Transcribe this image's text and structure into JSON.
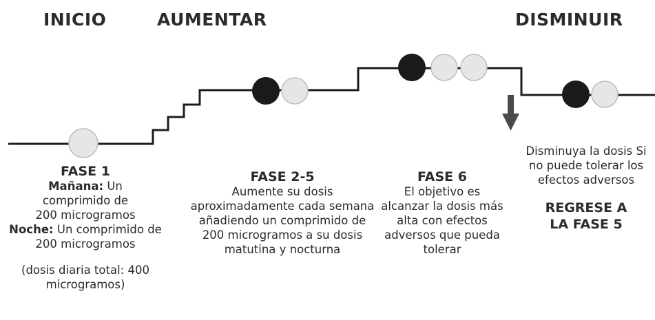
{
  "headers": {
    "inicio": "INICIO",
    "aumentar": "AUMENTAR",
    "disminuir": "DISMINUIR"
  },
  "colors": {
    "line": "#1c1c1c",
    "dark_pill": "#1a1a1a",
    "light_pill": "#e6e6e6",
    "arrow": "#4a4a4a",
    "text": "#2b2b2b"
  },
  "phases": {
    "fase1": {
      "title": "FASE 1",
      "morning_label": "Mañana:",
      "morning_text": "Un comprimido de 200 microgramos",
      "night_label": "Noche:",
      "night_text": "Un comprimido de 200 microgramos",
      "note": "(dosis diaria total: 400 microgramos)"
    },
    "fase2_5": {
      "title": "FASE 2-5",
      "text": "Aumente su dosis aproximadamente cada semana añadiendo un comprimido de 200 microgramos a su dosis matutina y nocturna"
    },
    "fase6": {
      "title": "FASE 6",
      "text": "El objetivo es alcanzar la dosis más alta con efectos adversos que pueda tolerar"
    },
    "disminuir": {
      "text": "Disminuya la dosis Si no puede tolerar los efectos adversos",
      "return_text": "REGRESE A LA FASE 5"
    }
  }
}
